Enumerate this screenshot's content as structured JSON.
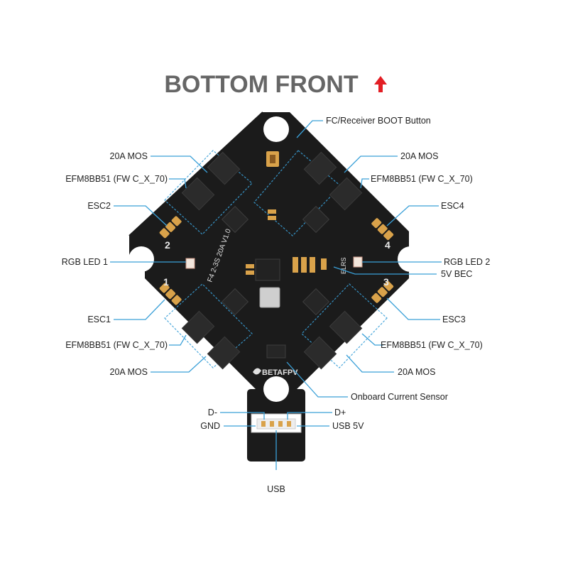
{
  "header": {
    "title": "BOTTOM FRONT",
    "arrow_icon": "up-arrow-icon",
    "arrow_color": "#e31e24",
    "title_color": "#666666"
  },
  "board": {
    "pcb_color": "#1b1b1b",
    "pad_color": "#d9a24a",
    "line_color": "#3aa0d8",
    "brand": "BETAFPV",
    "silkscreen_version": "F4 2-3S 20A V1.0",
    "silkscreen_elrs": "ELRS"
  },
  "labels": {
    "fc_boot": "FC/Receiver BOOT Button",
    "mos_tl": "20A MOS",
    "efm_tl": "EFM8BB51 (FW  C_X_70)",
    "esc2": "ESC2",
    "rgb1": "RGB LED 1",
    "esc1": "ESC1",
    "efm_bl": "EFM8BB51 (FW  C_X_70)",
    "mos_bl": "20A MOS",
    "mos_tr": "20A MOS",
    "efm_tr": "EFM8BB51 (FW  C_X_70)",
    "esc4": "ESC4",
    "rgb2": "RGB LED 2",
    "bec": "5V BEC",
    "esc3": "ESC3",
    "efm_br": "EFM8BB51 (FW  C_X_70)",
    "mos_br": "20A MOS",
    "current_sensor": "Onboard Current Sensor",
    "d_minus": "D-",
    "d_plus": "D+",
    "gnd": "GND",
    "usb5v": "USB 5V",
    "usb": "USB"
  },
  "esc_numbers": [
    "1",
    "2",
    "3",
    "4"
  ]
}
